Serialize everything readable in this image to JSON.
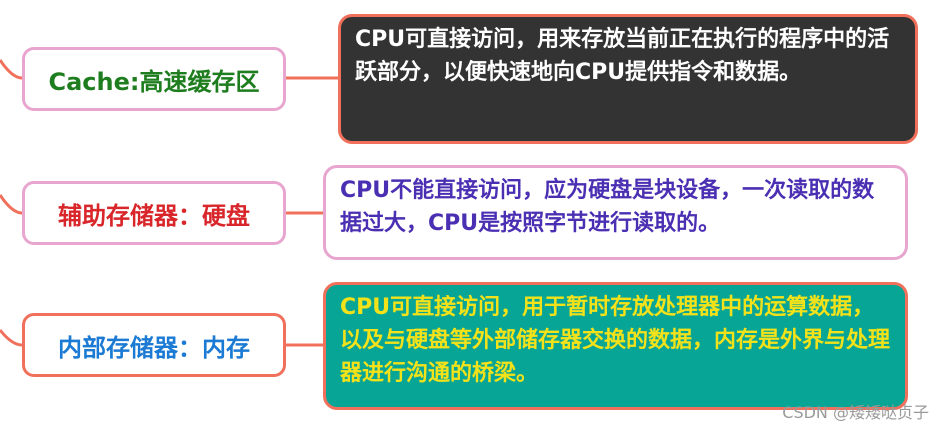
{
  "nodes": [
    {
      "label": "Cache:高速缓存区",
      "color": "#1e7d1e"
    },
    {
      "label": "辅助存储器：硬盘",
      "color": "#d8262a"
    },
    {
      "label": "内部存储器：内存",
      "color": "#1b7ad3"
    }
  ],
  "descriptions": [
    {
      "text": "CPU可直接访问，用来存放当前正在执行的程序中的活跃部分，以便快速地向CPU提供指令和数据。"
    },
    {
      "text": "CPU不能直接访问，应为硬盘是块设备，一次读取的数据过大，CPU是按照字节进行读取的。"
    },
    {
      "text": "CPU可直接访问，用于暂时存放处理器中的运算数据，以及与硬盘等外部储存器交换的数据，内存是外界与处理器进行沟通的桥梁。"
    }
  ],
  "colors": {
    "connector": "#f0705b",
    "node_border": "#e7a5cf",
    "dark_box": "#333333",
    "teal_box": "#06a595",
    "yellow_text": "#f3e21a",
    "purple_text": "#4b2fb3"
  },
  "watermark": "CSDN @矮矮哒贞子"
}
